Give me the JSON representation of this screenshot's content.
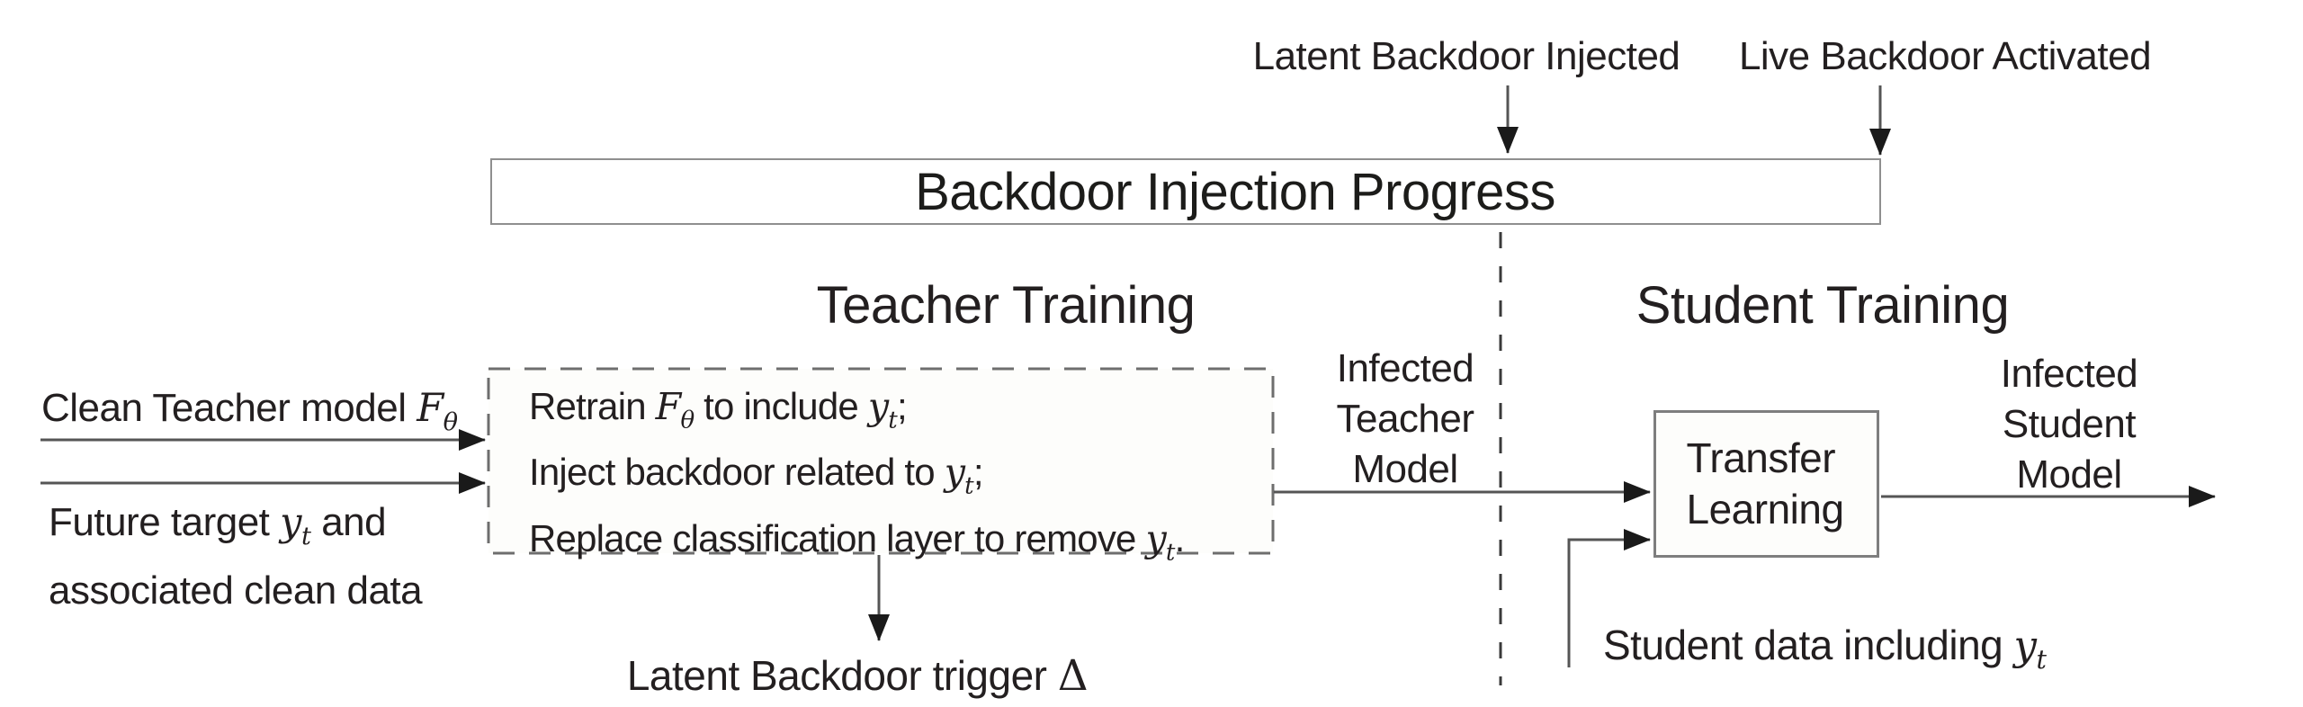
{
  "colors": {
    "background": "#ffffff",
    "text": "#231f20",
    "connector_shaft": "#555555",
    "arrowhead": "#1a1a1a",
    "dashed_outline": "#6e6e6e",
    "bar_gradient_start": "#ffffff",
    "bar_gradient_end": "#151515",
    "bar_border": "#8f8f8f"
  },
  "timeline": {
    "milestone_injected": "Latent Backdoor Injected",
    "milestone_activated": "Live Backdoor Activated",
    "bar_title": "Backdoor Injection Progress"
  },
  "phases": {
    "teacher": "Teacher Training",
    "student": "Student Training"
  },
  "inputs": {
    "clean_teacher": {
      "text": "Clean Teacher model ",
      "math_f": "F",
      "math_f_sub": "θ"
    },
    "future_target": {
      "line1_pre": "Future target ",
      "math_y": "y",
      "math_y_sub": "t",
      "line1_post": " and",
      "line2": "associated clean data"
    }
  },
  "teacher_box": {
    "line1": {
      "pre": "Retrain ",
      "f": "F",
      "f_sub": "θ",
      "mid": " to include ",
      "y": "y",
      "y_sub": "t",
      "end": ";"
    },
    "line2": {
      "pre": "Inject backdoor related to ",
      "y": "y",
      "y_sub": "t",
      "end": ";"
    },
    "line3": {
      "pre": "Replace classification layer to remove ",
      "y": "y",
      "y_sub": "t",
      "end": "."
    }
  },
  "transfer_box": {
    "line1": "Transfer",
    "line2": "Learning"
  },
  "flows": {
    "infected_teacher": [
      "Infected",
      "Teacher",
      "Model"
    ],
    "infected_student": [
      "Infected",
      "Student",
      "Model"
    ],
    "trigger": {
      "pre": "Latent Backdoor trigger ",
      "delta": "Δ"
    },
    "student_data": {
      "pre": "Student data including ",
      "y": "y",
      "y_sub": "t"
    }
  }
}
